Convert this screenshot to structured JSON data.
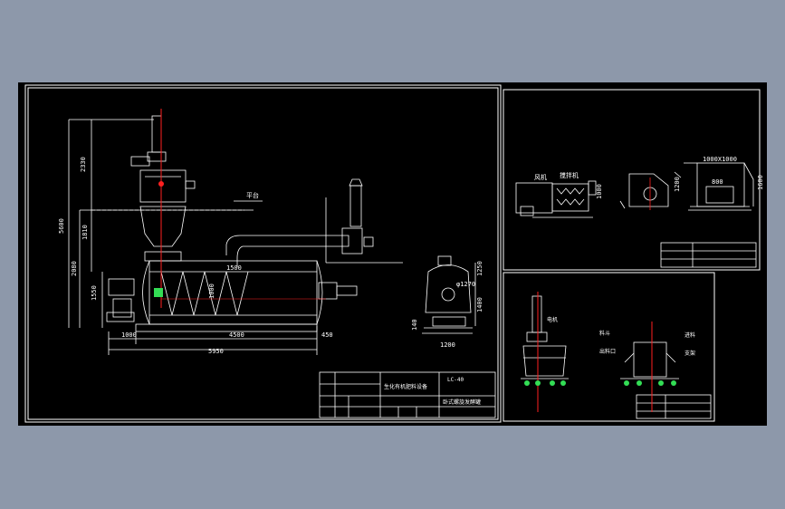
{
  "colors": {
    "app_background": "#8d98aa",
    "canvas_background": "#000000",
    "line": "#ffffff",
    "axis": "#ff2020",
    "wheel": "#33dd55",
    "dim": "#ffffff"
  },
  "main_sheet": {
    "label_platform": "平台",
    "dims_vertical": [
      "2330",
      "5600",
      "1810",
      "2080",
      "1550"
    ],
    "dims_horizontal": [
      "1000",
      "4500",
      "5950",
      "450",
      "1200"
    ],
    "dim_center": "1000",
    "dim_1500": "1500",
    "dim_end_view_h": [
      "1250",
      "1400",
      "140"
    ],
    "dim_phi": "φ1270",
    "title_block": {
      "code": "LC-40",
      "name": "生化有机肥料设备",
      "subtitle": "卧式螺旋发酵罐"
    }
  },
  "top_right_sheet": {
    "label_machine": "搅拌机",
    "label_fan": "风机",
    "label_spec": "1000X1000",
    "dims": [
      "1200",
      "800",
      "1000",
      "1600"
    ]
  },
  "bottom_right_sheet": {
    "label_motor": "电机",
    "labels": [
      "料斗",
      "出料口",
      "进料",
      "支架"
    ]
  }
}
